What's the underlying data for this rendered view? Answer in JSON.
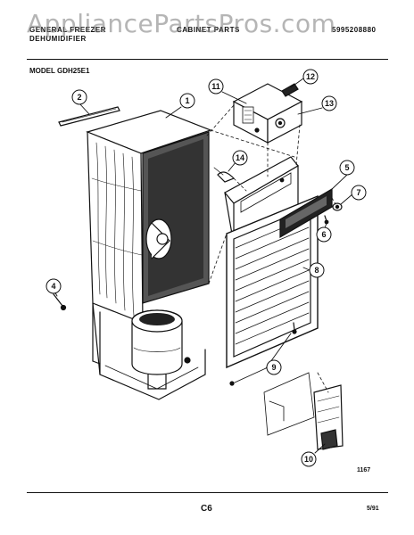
{
  "header": {
    "left_line1": "GENERAL FREEZER",
    "left_line2": "DEHUMIDIFIER",
    "center": "CABINET PARTS",
    "part_no": "5995208880"
  },
  "watermark": "AppliancePartsPros.com",
  "model_label": "MODEL GDH25E1",
  "callouts": [
    "1",
    "2",
    "4",
    "5",
    "6",
    "7",
    "8",
    "9",
    "10",
    "11",
    "12",
    "13",
    "14"
  ],
  "footer": {
    "drawing_no": "1167",
    "page": "C6",
    "date": "5/91"
  }
}
